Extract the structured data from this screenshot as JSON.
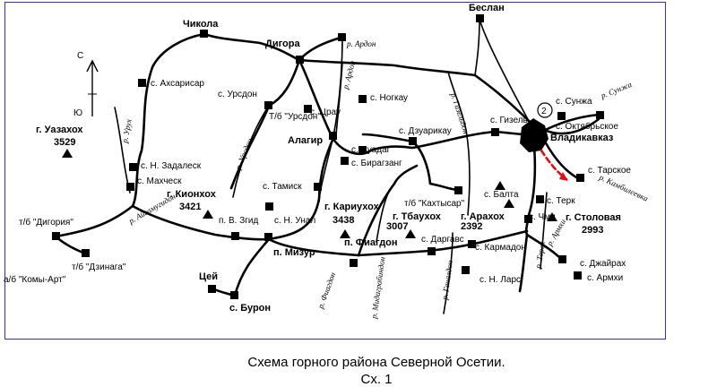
{
  "map": {
    "compass": {
      "north": "С",
      "south": "Ю"
    },
    "cities": {
      "beslan": "Беслан",
      "chikola": "Чикола",
      "digora": "Дигора",
      "alagir": "Алагир",
      "vladikavkaz": "Владикавказ",
      "fiagdon": "п. Фиагдон",
      "mizur": "п. Мизур",
      "buron": "с. Буроń",
      "tsey": "Цей"
    },
    "villages": [
      "с. Ахсарисар",
      "с. Урсдон",
      "с. Црау",
      "с. Ногкау",
      "с. Дзуарикау",
      "с. Гизель",
      "с. Суадаг",
      "с. Бирагзанг",
      "с. Сунжа",
      "с. Октябрьское",
      "с. Н. Задалеск",
      "с. Махческ",
      "с. Тамиск",
      "п. В. Згид",
      "с. Н. Унал",
      "с. Тарское",
      "с. Балта",
      "с. Терк",
      "с. Чми",
      "с. Даргавс",
      "с. Кармадон",
      "с. Джайрах",
      "с. Армхи",
      "с. Н. Ларс"
    ],
    "bases": [
      "Т/б \"Урсдон\"",
      "т/б \"Дигория\"",
      "т/б \"Дзинага\"",
      "т/б \"Кахтысар\"",
      "а/б \"Комы-Арт\""
    ],
    "peaks": [
      {
        "name": "г. Уазахох",
        "height": "3529"
      },
      {
        "name": "г. Кионхох",
        "height": "3421"
      },
      {
        "name": "г. Кариухох",
        "height": "3438"
      },
      {
        "name": "г. Тбаухох",
        "height": "3007"
      },
      {
        "name": "г. Арахох",
        "height": "2392"
      },
      {
        "name": "г. Столовая",
        "height": "2993"
      }
    ],
    "rivers": [
      "р. Ардон",
      "р. Ардон",
      "р. Урух",
      "р. Урсдон",
      "р. Айгамугидон",
      "р. Гизельдон",
      "р. Сунжа",
      "р. Камбилеевка",
      "р. Армхи",
      "р. Терек",
      "р. Геналдон",
      "р. Фиагдон",
      "р. Мидаграбиндон"
    ],
    "route_marker": "2"
  },
  "caption": {
    "title": "Схема горного района Северной Осетии.",
    "subtitle": "Сх. 1"
  }
}
